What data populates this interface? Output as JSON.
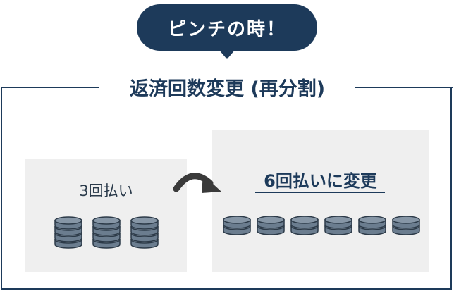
{
  "bubble": {
    "text": "ピンチの時！"
  },
  "title": "返済回数変更 (再分割)",
  "before": {
    "label": "3回払い",
    "stack_count": 3,
    "coins_per_stack": 4
  },
  "after": {
    "label": "6回払いに変更",
    "stack_count": 6,
    "coins_per_stack": 2
  },
  "colors": {
    "navy": "#1d3a5a",
    "coin": "#6b7d8f",
    "coin_top": "#8696a6",
    "box": "#efefef",
    "arrow": "#3a3a3a"
  },
  "icons": {
    "arrow": "curved-arrow-icon",
    "coin": "coin-stack-icon"
  }
}
